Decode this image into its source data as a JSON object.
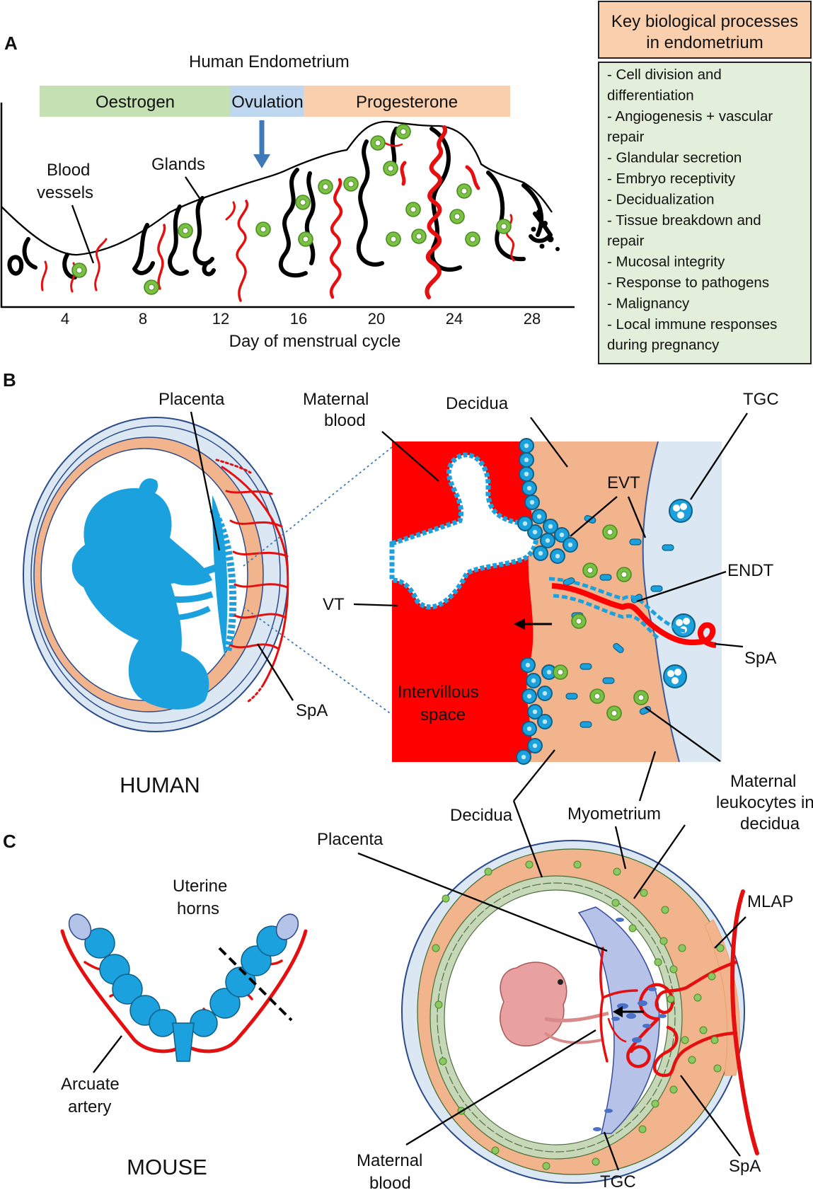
{
  "panels": {
    "a": "A",
    "b": "B",
    "c": "C"
  },
  "panel_a": {
    "title": "Human Endometrium",
    "phases": [
      "Oestrogen",
      "Ovulation",
      "Progesterone"
    ],
    "labels": {
      "blood_vessels_1": "Blood",
      "blood_vessels_2": "vessels",
      "glands": "Glands"
    },
    "ticks": [
      "4",
      "8",
      "12",
      "16",
      "20",
      "24",
      "28"
    ],
    "xlabel": "Day of menstrual cycle"
  },
  "key": {
    "header_1": "Key biological processes",
    "header_2": "in endometrium",
    "lines": [
      "- Cell division and",
      "differentiation",
      "- Angiogenesis + vascular",
      "repair",
      "- Glandular secretion",
      "- Embryo receptivity",
      "- Decidualization",
      "- Tissue breakdown and",
      "repair",
      "- Mucosal integrity",
      "- Response to pathogens",
      "- Malignancy",
      "- Local immune responses",
      "during pregnancy"
    ]
  },
  "panel_b": {
    "placenta": "Placenta",
    "maternal_blood_1": "Maternal",
    "maternal_blood_2": "blood",
    "decidua_top": "Decidua",
    "tgc": "TGC",
    "evt": "EVT",
    "endt": "ENDT",
    "vt": "VT",
    "spa_right": "SpA",
    "spa_left": "SpA",
    "intervillous_1": "Intervillous",
    "intervillous_2": "space",
    "species": "HUMAN",
    "decidua_bottom": "Decidua",
    "myometrium": "Myometrium",
    "leuk_1": "Maternal",
    "leuk_2": "leukocytes in",
    "leuk_3": "decidua"
  },
  "panel_c": {
    "placenta": "Placenta",
    "uterine_1": "Uterine",
    "uterine_2": "horns",
    "mlap": "MLAP",
    "arcuate_1": "Arcuate",
    "arcuate_2": "artery",
    "species": "MOUSE",
    "maternal_blood_1": "Maternal",
    "maternal_blood_2": "blood",
    "tgc": "TGC",
    "spa": "SpA"
  },
  "colors": {
    "oestrogen": "#c5e1b3",
    "ovulation": "#bed7ee",
    "progesterone": "#f9cfae",
    "key_header": "#f9cfae",
    "key_body": "#e3efda",
    "decidua": "#f2b48c",
    "blood": "#ff0000",
    "vessel": "#e60f0f",
    "fetus": "#1ba1dd",
    "membrane": "#dbe7f3",
    "leukocyte": "#7ac143",
    "arrow": "#3e78b7"
  }
}
